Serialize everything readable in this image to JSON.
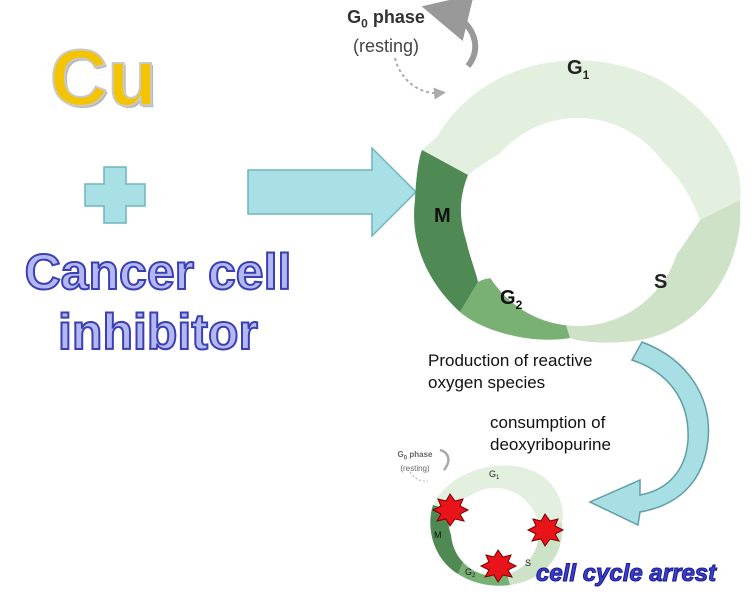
{
  "left": {
    "element": "Cu",
    "line1": "Cancer cell",
    "line2": "inhibitor"
  },
  "cycle_large": {
    "g0_title": "phase",
    "g0_subtitle": "(resting)",
    "g1": "G",
    "s": "S",
    "g2": "G",
    "m": "M"
  },
  "notes": {
    "ros_line1": "Production of reactive",
    "ros_line2": "oxygen species",
    "consumption_line1": "consumption of",
    "consumption_line2": "deoxyribopurine"
  },
  "cycle_small": {
    "g0_title": "phase",
    "g0_subtitle": "(resting)",
    "g1": "G",
    "s": "S",
    "g2": "G",
    "m": "M"
  },
  "result": "cell cycle arrest",
  "colors": {
    "cu_yellow": "#f5c400",
    "inhibitor_fill": "#b4b8f2",
    "inhibitor_stroke": "#3b3fb0",
    "arrow_fill": "#a8e0e6",
    "curved_arrow": "#6fa9b0",
    "phase_g1": "#e3efdf",
    "phase_s": "#cde2c6",
    "phase_g2": "#79b174",
    "phase_m": "#4f8a54",
    "burst": "#e8141a"
  },
  "icons": [
    "plus-icon",
    "right-arrow-icon",
    "curved-arrow-icon",
    "g0-loop-arrow-icon",
    "damage-burst-icon"
  ]
}
